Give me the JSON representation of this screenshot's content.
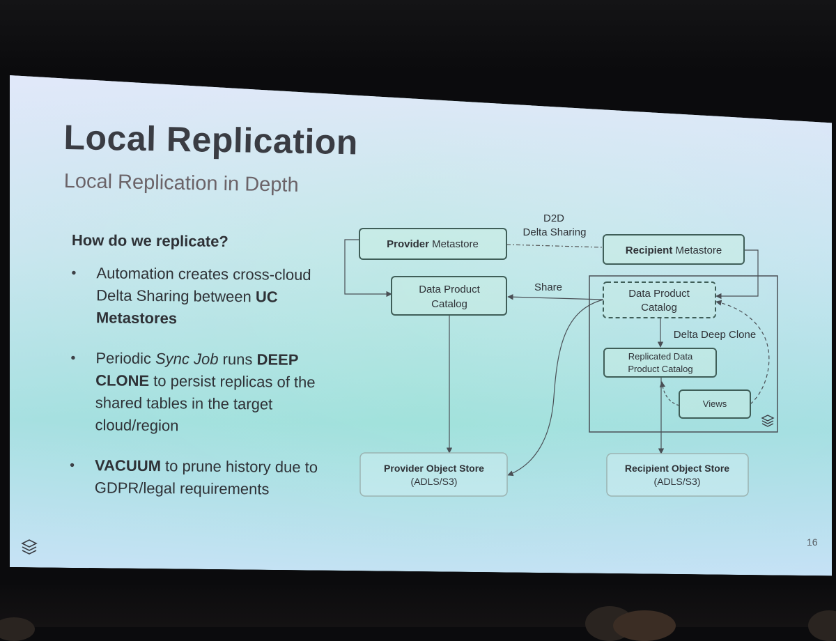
{
  "slide": {
    "title": "Local Replication",
    "subtitle": "Local Replication in Depth",
    "question": "How do we replicate?",
    "bullets": [
      [
        {
          "t": "Automation creates cross-cloud Delta Sharing between ",
          "b": false,
          "i": false
        },
        {
          "t": "UC Metastores",
          "b": true,
          "i": false
        }
      ],
      [
        {
          "t": "Periodic ",
          "b": false,
          "i": false
        },
        {
          "t": "Sync Job",
          "b": false,
          "i": true
        },
        {
          "t": " runs ",
          "b": false,
          "i": false
        },
        {
          "t": "DEEP CLONE",
          "b": true,
          "i": false
        },
        {
          "t": " to persist replicas of the shared tables in the target cloud/region",
          "b": false,
          "i": false
        }
      ],
      [
        {
          "t": "VACUUM",
          "b": true,
          "i": false
        },
        {
          "t": " to prune history due to GDPR/legal requirements",
          "b": false,
          "i": false
        }
      ]
    ],
    "slide_number": "16"
  },
  "diagram": {
    "provider_metastore_bold": "Provider",
    "provider_metastore_rest": " Metastore",
    "recipient_metastore_bold": "Recipient",
    "recipient_metastore_rest": " Metastore",
    "d2d_line1": "D2D",
    "d2d_line2": "Delta Sharing",
    "share_label": "Share",
    "provider_catalog_line1": "Data Product",
    "provider_catalog_line2": "Catalog",
    "recipient_catalog_line1": "Data Product",
    "recipient_catalog_line2": "Catalog",
    "deep_clone_label": "Delta Deep Clone",
    "replicated_line1": "Replicated Data",
    "replicated_line2": "Product Catalog",
    "views_label": "Views",
    "provider_store_line1": "Provider Object Store",
    "provider_store_line2": "(ADLS/S3)",
    "recipient_store_line1": "Recipient Object Store",
    "recipient_store_line2": "(ADLS/S3)"
  },
  "colors": {
    "box_border": "#3f5e58",
    "arrow": "#4a4f55",
    "text_dark": "#2e3136",
    "title": "#3a3c43",
    "subtitle": "#6b6368"
  },
  "icons": [
    "databricks-logo-icon"
  ]
}
